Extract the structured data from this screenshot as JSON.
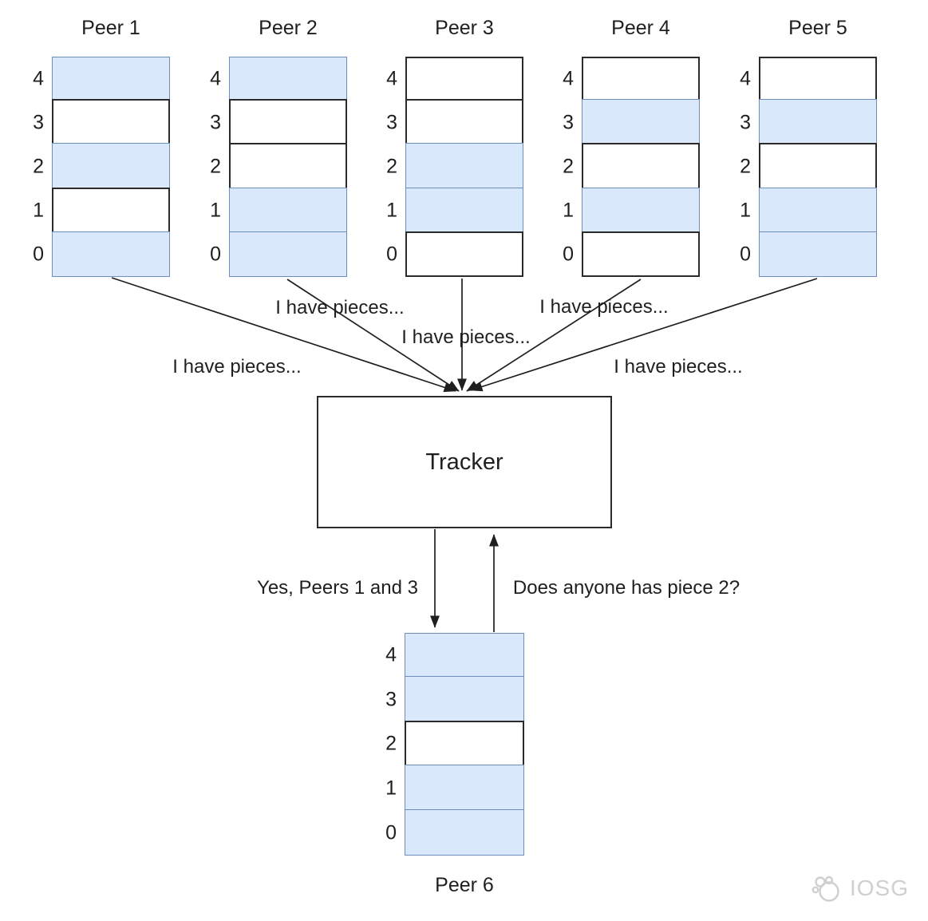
{
  "diagram": {
    "row_indices": [
      "4",
      "3",
      "2",
      "1",
      "0"
    ],
    "peers": [
      {
        "name": "Peer 1",
        "has_piece": [
          true,
          false,
          true,
          false,
          true
        ]
      },
      {
        "name": "Peer 2",
        "has_piece": [
          true,
          false,
          false,
          true,
          true
        ]
      },
      {
        "name": "Peer 3",
        "has_piece": [
          false,
          false,
          true,
          true,
          false
        ]
      },
      {
        "name": "Peer 4",
        "has_piece": [
          false,
          true,
          false,
          true,
          false
        ]
      },
      {
        "name": "Peer 5",
        "has_piece": [
          false,
          true,
          false,
          true,
          true
        ]
      },
      {
        "name": "Peer 6",
        "has_piece": [
          true,
          true,
          false,
          true,
          true
        ]
      }
    ],
    "tracker": {
      "label": "Tracker"
    },
    "messages": {
      "have_pieces": "I have pieces...",
      "answer": "Yes, Peers 1 and 3",
      "question": "Does anyone has piece 2?"
    },
    "colors": {
      "piece_fill": "#dae8fc",
      "piece_border": "#6c8ebf",
      "empty_border": "#2a2a2a",
      "line": "#1f1f1f",
      "watermark": "#cfcfcf"
    },
    "watermark_text": "IOSG"
  }
}
